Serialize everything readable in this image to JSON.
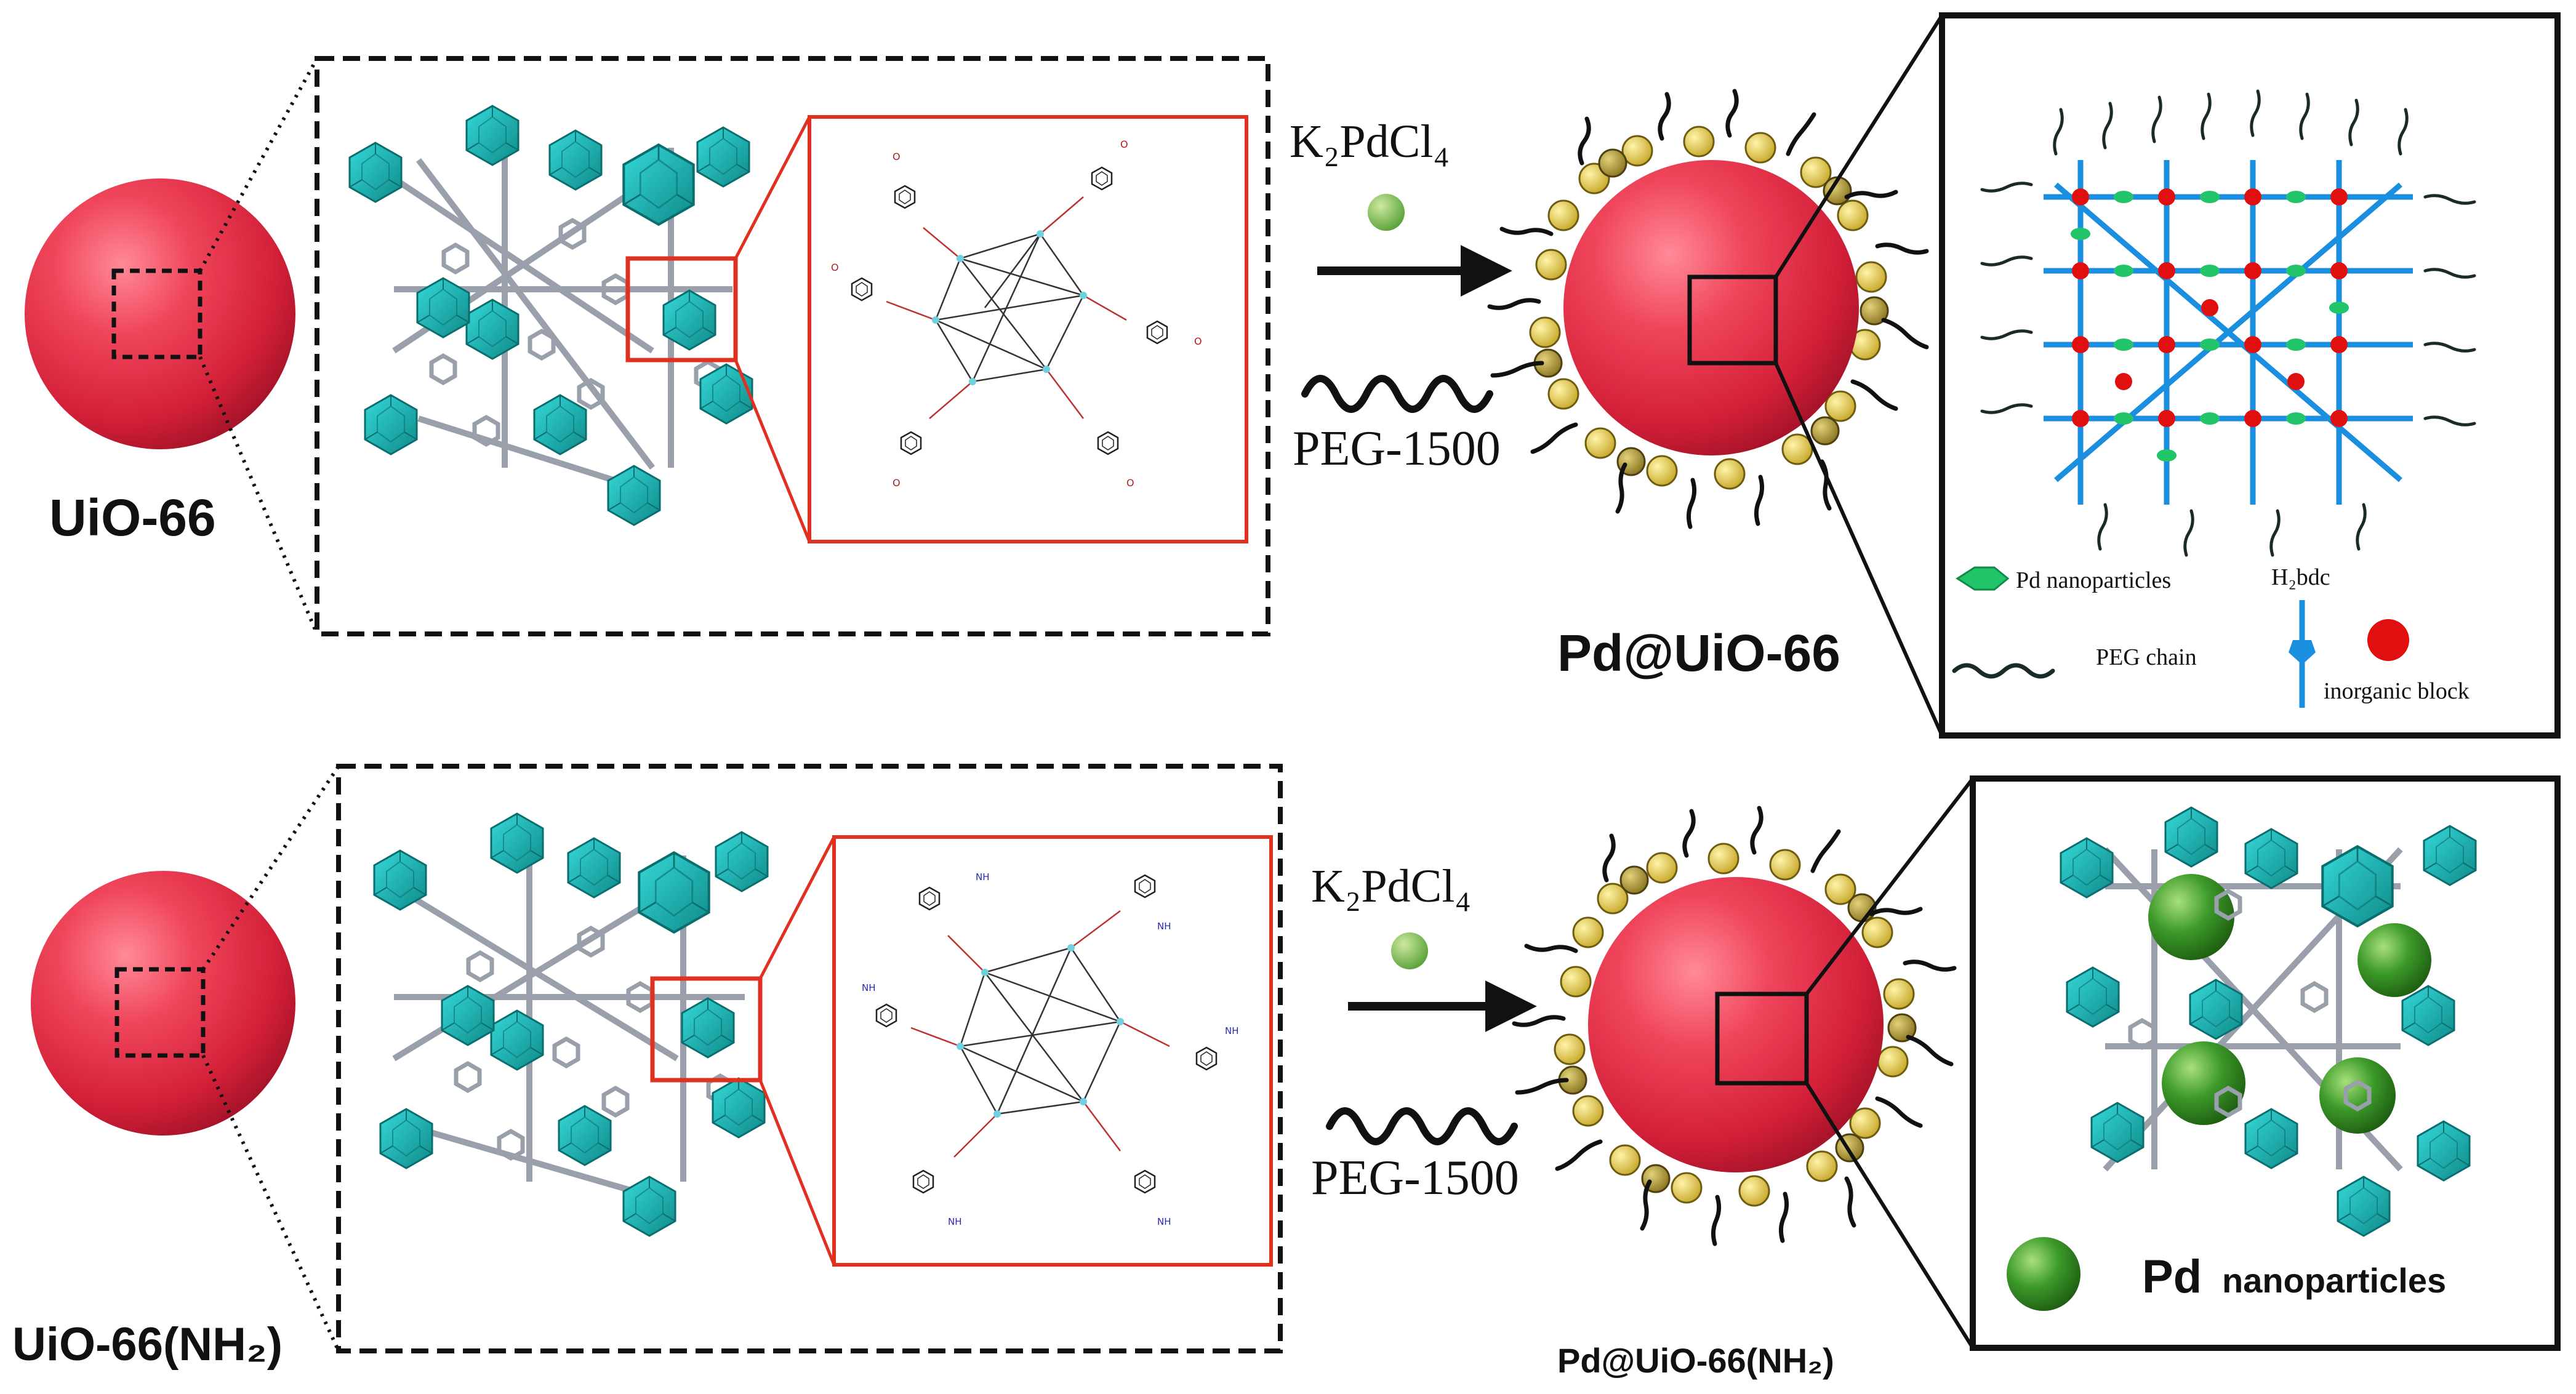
{
  "rows": [
    {
      "material_label": "UiO-66",
      "reagent": "K₂PdCl₄",
      "polymer": "PEG-1500",
      "product_label": "Pd@UiO-66"
    },
    {
      "material_label": "UiO-66(NH₂)",
      "reagent": "K₂PdCl₄",
      "polymer": "PEG-1500",
      "product_label": "Pd@UiO-66(NH₂)"
    }
  ],
  "legend_top": {
    "pd": "Pd nanoparticles",
    "linker": "H₂bdc",
    "peg": "PEG chain",
    "inorganic": "inorganic block"
  },
  "legend_bottom": {
    "pd_bold": "Pd",
    "pd_rest": "nanoparticles"
  },
  "colors": {
    "sphere": "#e8304a",
    "polyhedron": "#17b3b3",
    "linker": "#9aa0ab",
    "inset_frame": "#e03020",
    "shell_bead": "#e6cc3c",
    "pd_green": "#2f8f1f",
    "peg_blue": "#1a8fe0",
    "inorganic_red": "#e01010"
  },
  "icons": [
    "sphere",
    "mof-cage",
    "molecule-schematic",
    "peg-chain-icon",
    "arrow-icon",
    "pd-sphere-icon"
  ]
}
